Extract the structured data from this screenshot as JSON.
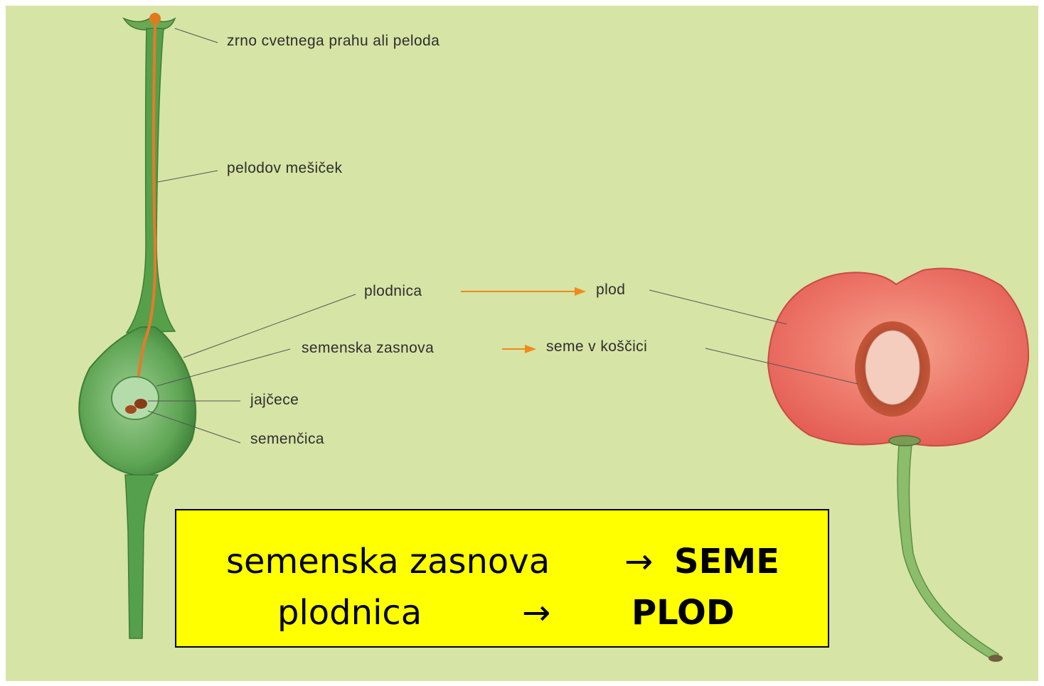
{
  "labels": {
    "pollen_grain": "zrno cvetnega prahu ali peloda",
    "pollen_tube": "pelodov mešiček",
    "ovary": "plodnica",
    "fruit": "plod",
    "ovule": "semenska zasnova",
    "seed_in_stone": "seme v koščici",
    "egg_cell": "jajčece",
    "embryo_sac": "semenčica"
  },
  "summary": {
    "line1_left": "semenska zasnova",
    "line1_arrow": "→",
    "line1_right": "SEME",
    "line2_left": "plodnica",
    "line2_arrow": "→",
    "line2_right": "PLOD"
  },
  "colors": {
    "background": "#d6e4a5",
    "pistil_green": "#4f9a47",
    "fruit_red": "#e8675d",
    "arrow_orange": "#f08a1c",
    "summary_box": "#ffff00"
  }
}
